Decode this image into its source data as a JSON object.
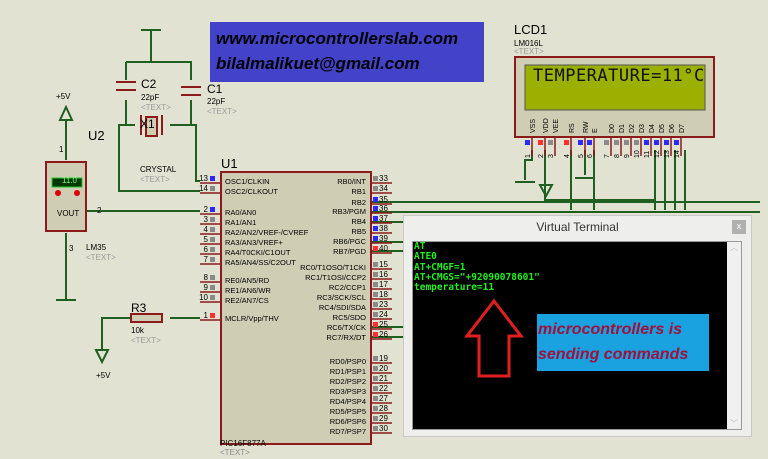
{
  "banner": {
    "line1": "www.microcontrollerslab.com",
    "line2": "bilalmalikuet@gmail.com"
  },
  "lcd": {
    "ref": "LCD1",
    "part": "LM016L",
    "text_tag": "<TEXT>",
    "display": "TEMPERATURE=11°C",
    "pins": [
      "VSS",
      "VDD",
      "VEE",
      "RS",
      "RW",
      "E",
      "D0",
      "D1",
      "D2",
      "D3",
      "D4",
      "D5",
      "D6",
      "D7"
    ],
    "pin_numbers": [
      "1",
      "2",
      "3",
      "4",
      "5",
      "6",
      "7",
      "8",
      "9",
      "10",
      "11",
      "12",
      "13",
      "14"
    ],
    "screen_color": "#9bb000"
  },
  "mcu": {
    "ref": "U1",
    "part": "PIC16F877A",
    "text_tag": "<TEXT>",
    "left_pins": [
      [
        "13",
        "OSC1/CLKIN"
      ],
      [
        "14",
        "OSC2/CLKOUT"
      ],
      [
        "2",
        "RA0/AN0"
      ],
      [
        "3",
        "RA1/AN1"
      ],
      [
        "4",
        "RA2/AN2/VREF-/CVREF"
      ],
      [
        "5",
        "RA3/AN3/VREF+"
      ],
      [
        "6",
        "RA4/T0CKI/C1OUT"
      ],
      [
        "7",
        "RA5/AN4/SS/C2OUT"
      ],
      [
        "8",
        "RE0/AN5/RD"
      ],
      [
        "9",
        "RE1/AN6/WR"
      ],
      [
        "10",
        "RE2/AN7/CS"
      ],
      [
        "1",
        "MCLR/Vpp/THV"
      ]
    ],
    "right_pins": [
      [
        "33",
        "RB0/INT"
      ],
      [
        "34",
        "RB1"
      ],
      [
        "35",
        "RB2"
      ],
      [
        "36",
        "RB3/PGM"
      ],
      [
        "37",
        "RB4"
      ],
      [
        "38",
        "RB5"
      ],
      [
        "39",
        "RB6/PGC"
      ],
      [
        "40",
        "RB7/PGD"
      ],
      [
        "15",
        "RC0/T1OSO/T1CKI"
      ],
      [
        "16",
        "RC1/T1OSI/CCP2"
      ],
      [
        "17",
        "RC2/CCP1"
      ],
      [
        "18",
        "RC3/SCK/SCL"
      ],
      [
        "23",
        "RC4/SDI/SDA"
      ],
      [
        "24",
        "RC5/SDO"
      ],
      [
        "25",
        "RC6/TX/CK"
      ],
      [
        "26",
        "RC7/RX/DT"
      ],
      [
        "19",
        "RD0/PSP0"
      ],
      [
        "20",
        "RD1/PSP1"
      ],
      [
        "21",
        "RD2/PSP2"
      ],
      [
        "22",
        "RD3/PSP3"
      ],
      [
        "27",
        "RD4/PSP4"
      ],
      [
        "28",
        "RD5/PSP5"
      ],
      [
        "29",
        "RD6/PSP6"
      ],
      [
        "30",
        "RD7/PSP7"
      ]
    ]
  },
  "sensor": {
    "ref": "U2",
    "part": "LM35",
    "text_tag": "<TEXT>",
    "reading": "11.0",
    "pin_label": "VOUT",
    "pin1": "1",
    "pin2": "2",
    "pin3": "3",
    "supply": "+5V"
  },
  "crystal": {
    "ref": "X1",
    "part": "CRYSTAL",
    "text_tag": "<TEXT>"
  },
  "c1": {
    "ref": "C1",
    "value": "22pF",
    "text_tag": "<TEXT>"
  },
  "c2": {
    "ref": "C2",
    "value": "22pF",
    "text_tag": "<TEXT>"
  },
  "r3": {
    "ref": "R3",
    "value": "10k",
    "text_tag": "<TEXT>",
    "supply": "+5V"
  },
  "terminal": {
    "title": "Virtual Terminal",
    "close": "x",
    "lines": [
      "AT",
      "ATE0",
      "AT+CMGF=1",
      "AT+CMGS=\"+92090078601\"",
      "temperature=11"
    ],
    "callout": "microcontrollers is sending commands"
  },
  "colors": {
    "wire": "#1f5f1f",
    "component": "#8b1a1a",
    "body": "#cfcdb4",
    "pin_blue": "#2a2aff",
    "pin_red": "#ff3030",
    "pin_gray": "#8a8a8a"
  }
}
